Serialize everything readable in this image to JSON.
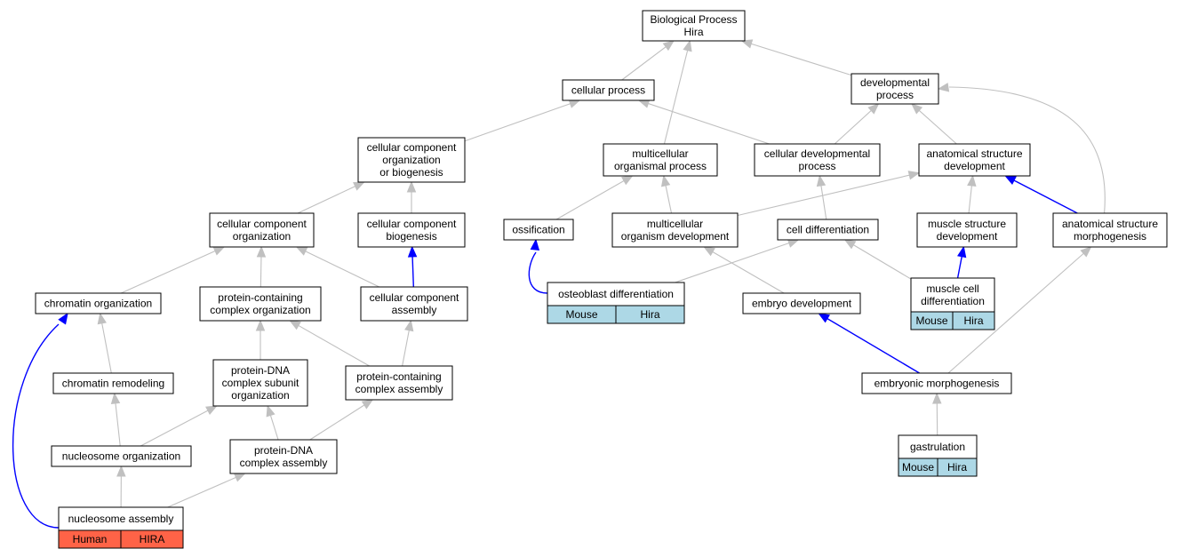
{
  "colors": {
    "edge_default": "#c0c0c0",
    "edge_highlight": "#0000ff",
    "node_fill": "#ffffff",
    "node_stroke": "#000000",
    "annotation_human": "#ff6347",
    "annotation_mouse": "#add8e6"
  },
  "nodes": {
    "root": {
      "lines": [
        "Biological Process",
        "Hira"
      ]
    },
    "cellular_process": {
      "lines": [
        "cellular process"
      ]
    },
    "developmental_process": {
      "lines": [
        "developmental",
        "process"
      ]
    },
    "ccob": {
      "lines": [
        "cellular component",
        "organization",
        "or biogenesis"
      ]
    },
    "multicellular_organismal_process": {
      "lines": [
        "multicellular",
        "organismal process"
      ]
    },
    "cellular_developmental_process": {
      "lines": [
        "cellular developmental",
        "process"
      ]
    },
    "anatomical_structure_development": {
      "lines": [
        "anatomical structure",
        "development"
      ]
    },
    "cc_organization": {
      "lines": [
        "cellular component",
        "organization"
      ]
    },
    "cc_biogenesis": {
      "lines": [
        "cellular component",
        "biogenesis"
      ]
    },
    "ossification": {
      "lines": [
        "ossification"
      ]
    },
    "multicellular_organism_development": {
      "lines": [
        "multicellular",
        "organism development"
      ]
    },
    "cell_differentiation": {
      "lines": [
        "cell differentiation"
      ]
    },
    "muscle_structure_development": {
      "lines": [
        "muscle structure",
        "development"
      ]
    },
    "anatomical_structure_morphogenesis": {
      "lines": [
        "anatomical structure",
        "morphogenesis"
      ]
    },
    "chromatin_organization": {
      "lines": [
        "chromatin organization"
      ]
    },
    "protein_containing_complex_organization": {
      "lines": [
        "protein-containing",
        "complex organization"
      ]
    },
    "cc_assembly": {
      "lines": [
        "cellular component",
        "assembly"
      ]
    },
    "osteoblast_differentiation": {
      "lines": [
        "osteoblast differentiation"
      ],
      "annotation": [
        "Mouse",
        "Hira"
      ]
    },
    "embryo_development": {
      "lines": [
        "embryo development"
      ]
    },
    "muscle_cell_differentiation": {
      "lines": [
        "muscle cell",
        "differentiation"
      ],
      "annotation": [
        "Mouse",
        "Hira"
      ]
    },
    "chromatin_remodeling": {
      "lines": [
        "chromatin remodeling"
      ]
    },
    "protein_dna_complex_subunit_organization": {
      "lines": [
        "protein-DNA",
        "complex subunit",
        "organization"
      ]
    },
    "protein_containing_complex_assembly": {
      "lines": [
        "protein-containing",
        "complex assembly"
      ]
    },
    "embryonic_morphogenesis": {
      "lines": [
        "embryonic morphogenesis"
      ]
    },
    "nucleosome_organization": {
      "lines": [
        "nucleosome organization"
      ]
    },
    "protein_dna_complex_assembly": {
      "lines": [
        "protein-DNA",
        "complex assembly"
      ]
    },
    "gastrulation": {
      "lines": [
        "gastrulation"
      ],
      "annotation": [
        "Mouse",
        "Hira"
      ]
    },
    "nucleosome_assembly": {
      "lines": [
        "nucleosome assembly"
      ],
      "annotation": [
        "Human",
        "HIRA"
      ]
    }
  },
  "edges": [
    {
      "from": "cellular_process",
      "to": "root",
      "highlight": false
    },
    {
      "from": "developmental_process",
      "to": "root",
      "highlight": false
    },
    {
      "from": "multicellular_organismal_process",
      "to": "root",
      "highlight": false
    },
    {
      "from": "ccob",
      "to": "cellular_process",
      "highlight": false
    },
    {
      "from": "cellular_developmental_process",
      "to": "cellular_process",
      "highlight": false
    },
    {
      "from": "cellular_developmental_process",
      "to": "developmental_process",
      "highlight": false
    },
    {
      "from": "anatomical_structure_development",
      "to": "developmental_process",
      "highlight": false
    },
    {
      "from": "anatomical_structure_morphogenesis",
      "to": "developmental_process",
      "highlight": false
    },
    {
      "from": "cc_organization",
      "to": "ccob",
      "highlight": false
    },
    {
      "from": "cc_biogenesis",
      "to": "ccob",
      "highlight": false
    },
    {
      "from": "ossification",
      "to": "multicellular_organismal_process",
      "highlight": false
    },
    {
      "from": "multicellular_organism_development",
      "to": "multicellular_organismal_process",
      "highlight": false
    },
    {
      "from": "multicellular_organism_development",
      "to": "anatomical_structure_development",
      "highlight": false
    },
    {
      "from": "cell_differentiation",
      "to": "cellular_developmental_process",
      "highlight": false
    },
    {
      "from": "muscle_structure_development",
      "to": "anatomical_structure_development",
      "highlight": false
    },
    {
      "from": "anatomical_structure_morphogenesis",
      "to": "anatomical_structure_development",
      "highlight": true
    },
    {
      "from": "chromatin_organization",
      "to": "cc_organization",
      "highlight": false
    },
    {
      "from": "protein_containing_complex_organization",
      "to": "cc_organization",
      "highlight": false
    },
    {
      "from": "cc_assembly",
      "to": "cc_organization",
      "highlight": false
    },
    {
      "from": "cc_assembly",
      "to": "cc_biogenesis",
      "highlight": true
    },
    {
      "from": "osteoblast_differentiation",
      "to": "ossification",
      "highlight": true
    },
    {
      "from": "osteoblast_differentiation",
      "to": "cell_differentiation",
      "highlight": false
    },
    {
      "from": "embryo_development",
      "to": "multicellular_organism_development",
      "highlight": false
    },
    {
      "from": "muscle_cell_differentiation",
      "to": "cell_differentiation",
      "highlight": false
    },
    {
      "from": "muscle_cell_differentiation",
      "to": "muscle_structure_development",
      "highlight": true
    },
    {
      "from": "chromatin_remodeling",
      "to": "chromatin_organization",
      "highlight": false
    },
    {
      "from": "protein_dna_complex_subunit_organization",
      "to": "protein_containing_complex_organization",
      "highlight": false
    },
    {
      "from": "protein_containing_complex_assembly",
      "to": "protein_containing_complex_organization",
      "highlight": false
    },
    {
      "from": "protein_containing_complex_assembly",
      "to": "cc_assembly",
      "highlight": false
    },
    {
      "from": "embryonic_morphogenesis",
      "to": "embryo_development",
      "highlight": true
    },
    {
      "from": "embryonic_morphogenesis",
      "to": "anatomical_structure_morphogenesis",
      "highlight": false
    },
    {
      "from": "nucleosome_organization",
      "to": "chromatin_remodeling",
      "highlight": false
    },
    {
      "from": "nucleosome_organization",
      "to": "protein_dna_complex_subunit_organization",
      "highlight": false
    },
    {
      "from": "protein_dna_complex_assembly",
      "to": "protein_dna_complex_subunit_organization",
      "highlight": false
    },
    {
      "from": "protein_dna_complex_assembly",
      "to": "protein_containing_complex_assembly",
      "highlight": false
    },
    {
      "from": "gastrulation",
      "to": "embryonic_morphogenesis",
      "highlight": false
    },
    {
      "from": "nucleosome_assembly",
      "to": "nucleosome_organization",
      "highlight": false
    },
    {
      "from": "nucleosome_assembly",
      "to": "protein_dna_complex_assembly",
      "highlight": false
    },
    {
      "from": "nucleosome_assembly",
      "to": "chromatin_organization",
      "highlight": true
    }
  ]
}
